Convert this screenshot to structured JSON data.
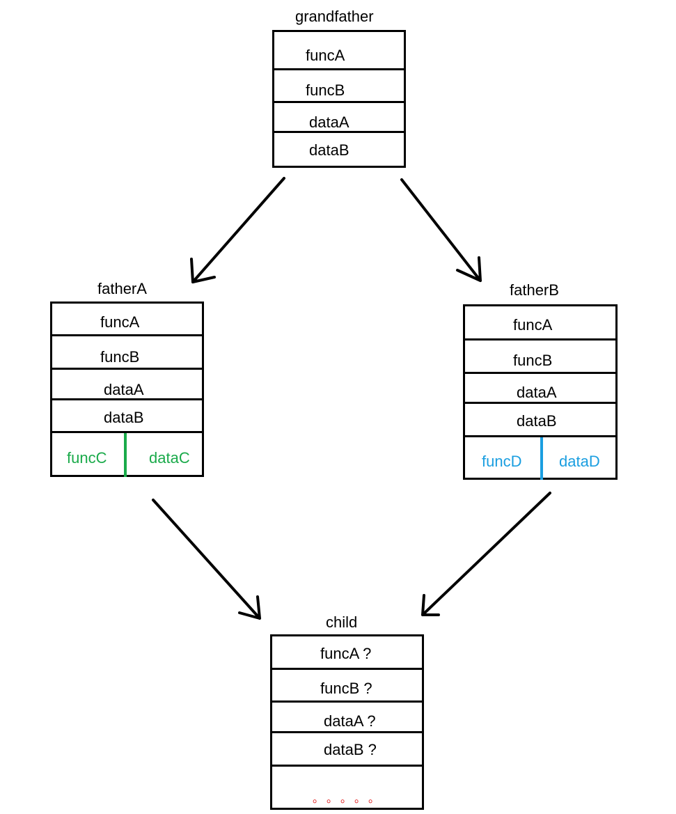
{
  "grandfather": {
    "title": "grandfather",
    "rows": [
      "funcA",
      "funcB",
      "dataA",
      "dataB"
    ]
  },
  "fatherA": {
    "title": "fatherA",
    "rows": [
      "funcA",
      "funcB",
      "dataA",
      "dataB"
    ],
    "extra_func": "funcC",
    "extra_data": "dataC",
    "accent_color": "#1aaa4a"
  },
  "fatherB": {
    "title": "fatherB",
    "rows": [
      "funcA",
      "funcB",
      "dataA",
      "dataB"
    ],
    "extra_func": "funcD",
    "extra_data": "dataD",
    "accent_color": "#1a9ee0"
  },
  "child": {
    "title": "child",
    "rows": [
      "funcA ?",
      "funcB ?",
      "dataA ?",
      "dataB ?"
    ],
    "ellipsis": "。。。。。",
    "ellipsis_color": "#e02020"
  }
}
